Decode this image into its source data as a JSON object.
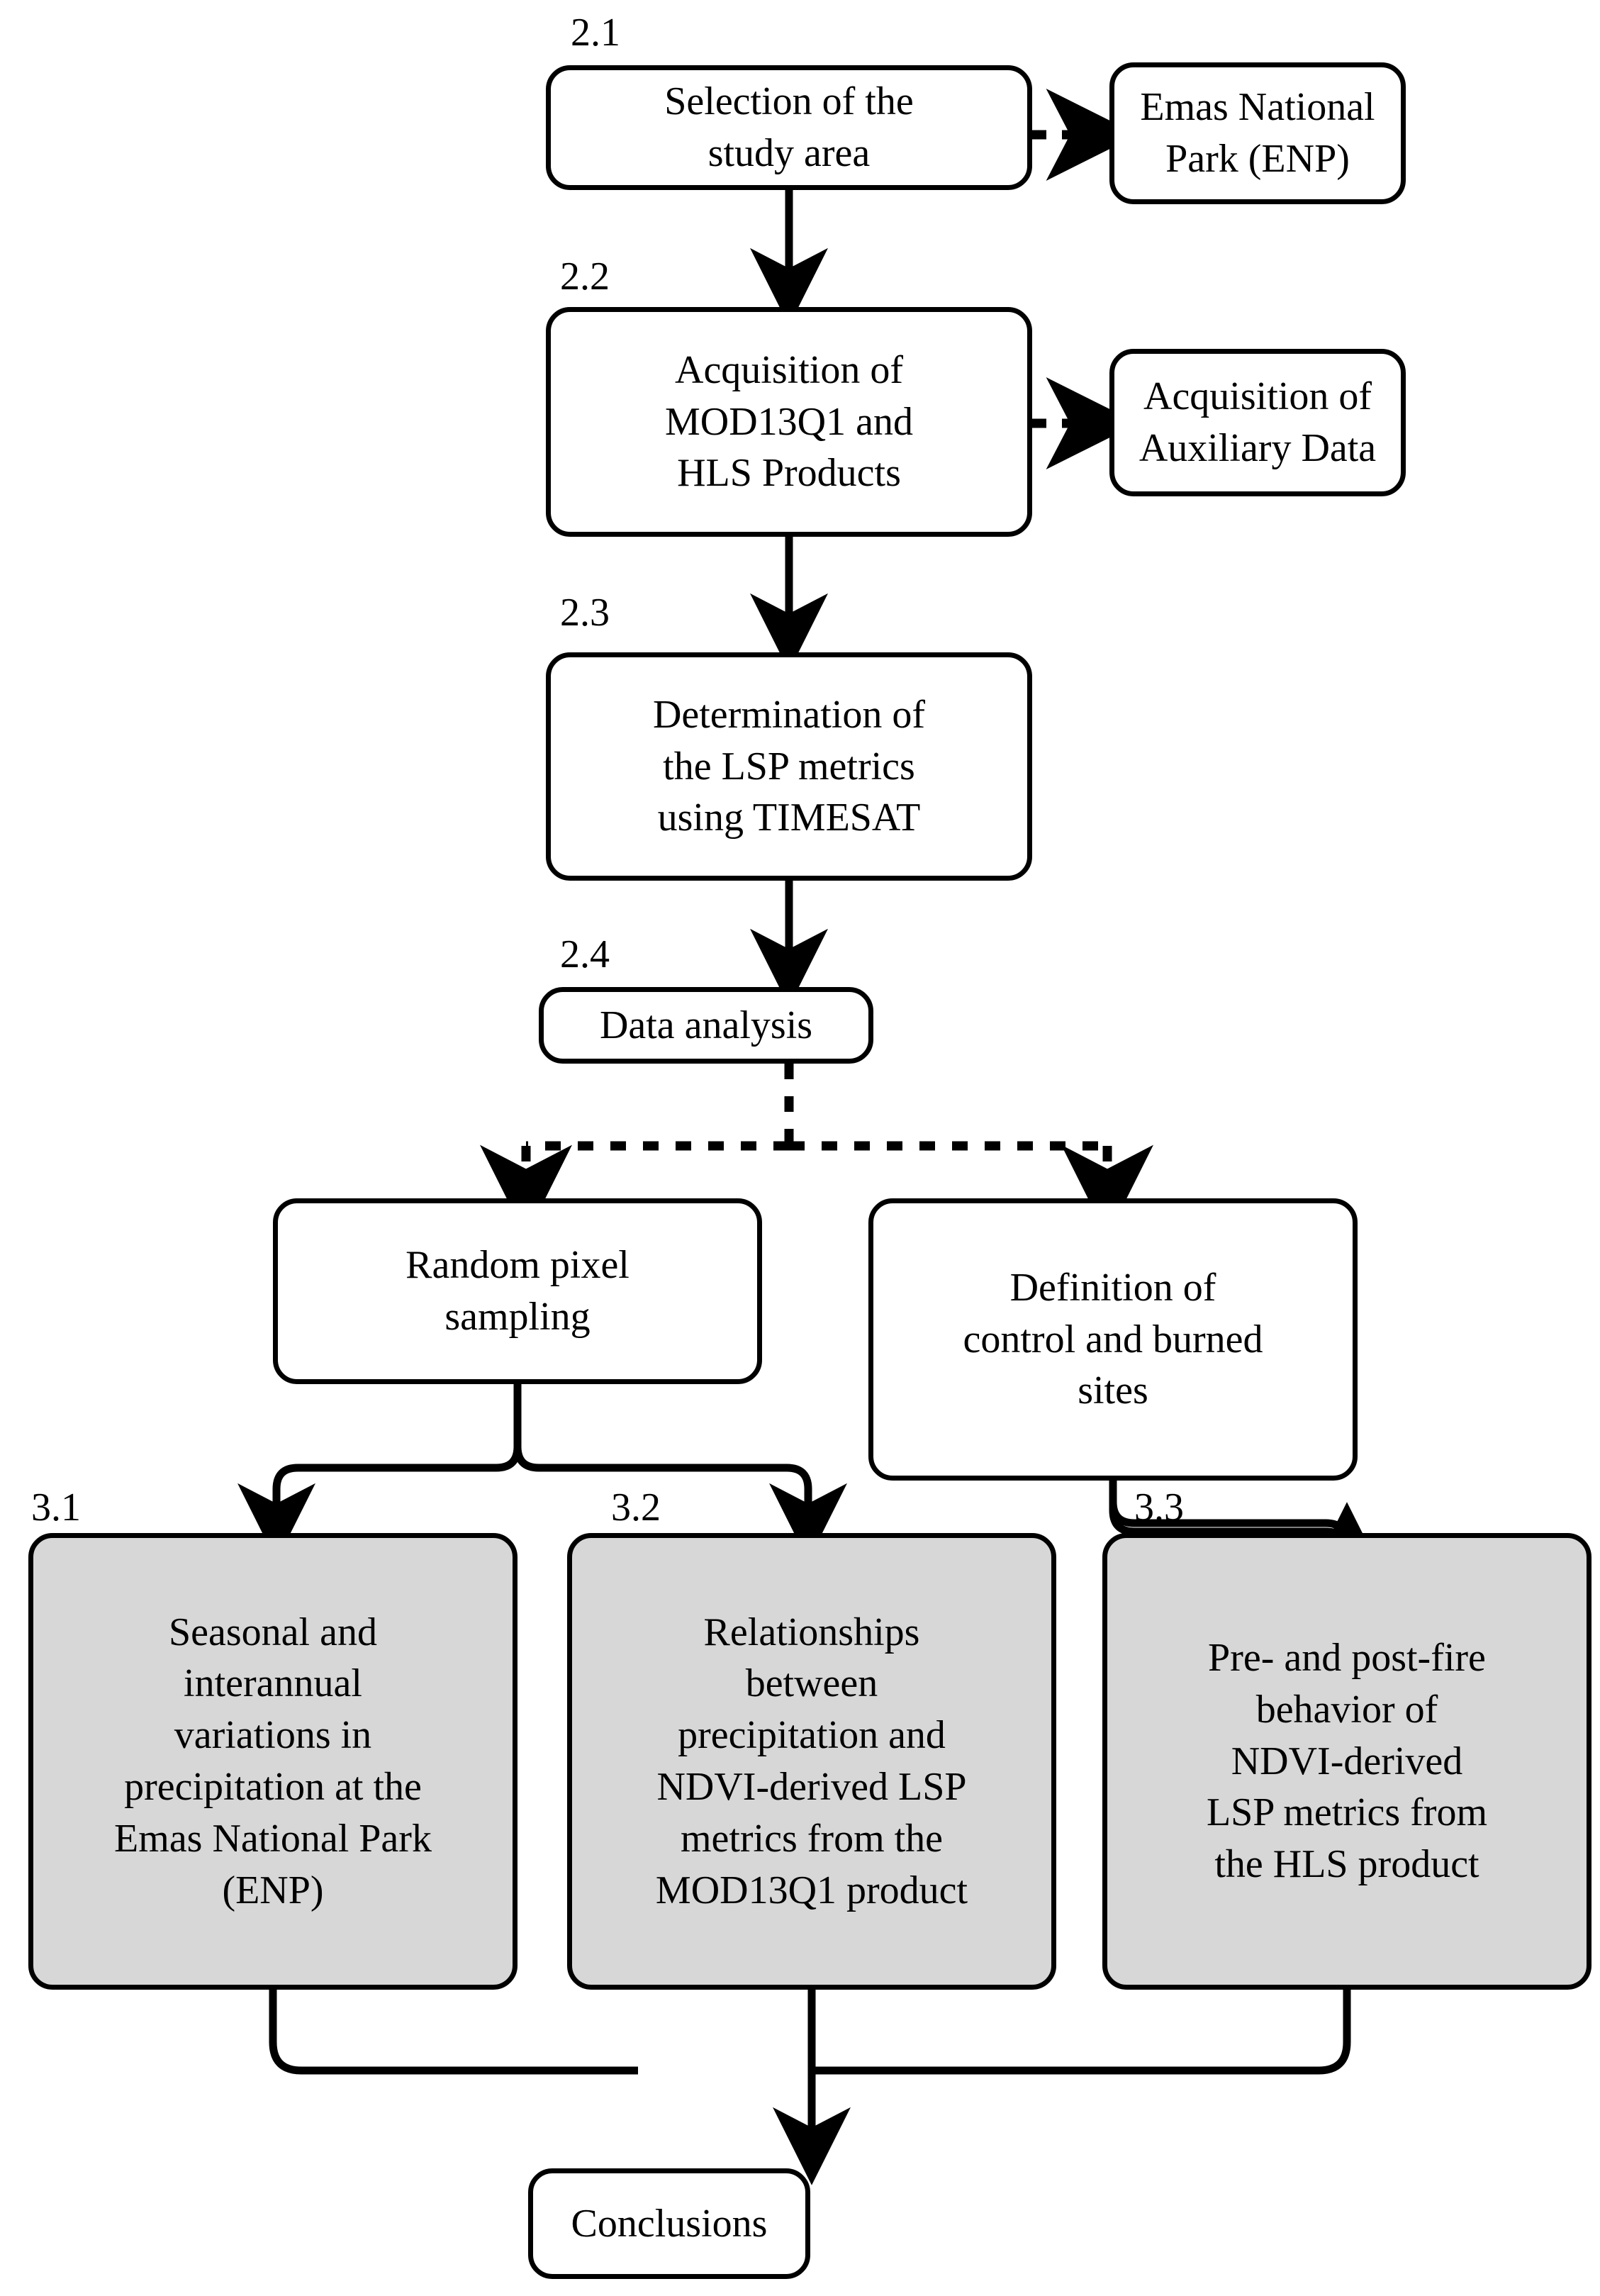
{
  "diagram": {
    "title": "Research methodology flowchart",
    "colors": {
      "stroke": "#000000",
      "background": "#ffffff",
      "shaded_fill": "#d7d7d7"
    },
    "section_labels": {
      "s21": "2.1",
      "s22": "2.2",
      "s23": "2.3",
      "s24": "2.4",
      "s31": "3.1",
      "s32": "3.2",
      "s33": "3.3"
    },
    "nodes": {
      "selection_study_area": "Selection of the\nstudy area",
      "emas_national_park": "Emas National\nPark (ENP)",
      "acquisition_products": "Acquisition of\nMOD13Q1 and\nHLS Products",
      "acquisition_auxiliary": "Acquisition of\nAuxiliary Data",
      "determination_lsp": "Determination of\nthe LSP metrics\nusing TIMESAT",
      "data_analysis": "Data analysis",
      "random_pixel_sampling": "Random pixel\nsampling",
      "definition_sites": "Definition of\ncontrol and burned\nsites",
      "result_precipitation": "Seasonal and\ninterannual\nvariations in\nprecipitation at the\nEmas National Park\n(ENP)",
      "result_relationships": "Relationships\nbetween\nprecipitation and\nNDVI-derived LSP\nmetrics from the\nMOD13Q1 product",
      "result_prepostfire": "Pre- and post-fire\nbehavior of\nNDVI-derived\nLSP metrics from\nthe  HLS product",
      "conclusions": "Conclusions"
    },
    "connectors": [
      {
        "name": "selection-to-acquisition",
        "style": "solid",
        "from": "selection_study_area",
        "to": "acquisition_products"
      },
      {
        "name": "selection-to-emas",
        "style": "dotted",
        "from": "selection_study_area",
        "to": "emas_national_park"
      },
      {
        "name": "acquisition-to-determination",
        "style": "solid",
        "from": "acquisition_products",
        "to": "determination_lsp"
      },
      {
        "name": "acquisition-to-auxiliary",
        "style": "dotted",
        "from": "acquisition_products",
        "to": "acquisition_auxiliary"
      },
      {
        "name": "determination-to-data-analysis",
        "style": "solid",
        "from": "determination_lsp",
        "to": "data_analysis"
      },
      {
        "name": "data-analysis-to-random-pixel",
        "style": "dotted",
        "from": "data_analysis",
        "to": "random_pixel_sampling"
      },
      {
        "name": "data-analysis-to-definition",
        "style": "dotted",
        "from": "data_analysis",
        "to": "definition_sites"
      },
      {
        "name": "random-pixel-to-result-precipitation",
        "style": "solid",
        "from": "random_pixel_sampling",
        "to": "result_precipitation"
      },
      {
        "name": "random-pixel-to-result-relationships",
        "style": "solid",
        "from": "random_pixel_sampling",
        "to": "result_relationships"
      },
      {
        "name": "definition-to-result-prepostfire",
        "style": "solid",
        "from": "definition_sites",
        "to": "result_prepostfire"
      },
      {
        "name": "result-precipitation-to-conclusions",
        "style": "solid",
        "from": "result_precipitation",
        "to": "conclusions"
      },
      {
        "name": "result-relationships-to-conclusions",
        "style": "solid",
        "from": "result_relationships",
        "to": "conclusions"
      },
      {
        "name": "result-prepostfire-to-conclusions",
        "style": "solid",
        "from": "result_prepostfire",
        "to": "conclusions"
      }
    ]
  }
}
